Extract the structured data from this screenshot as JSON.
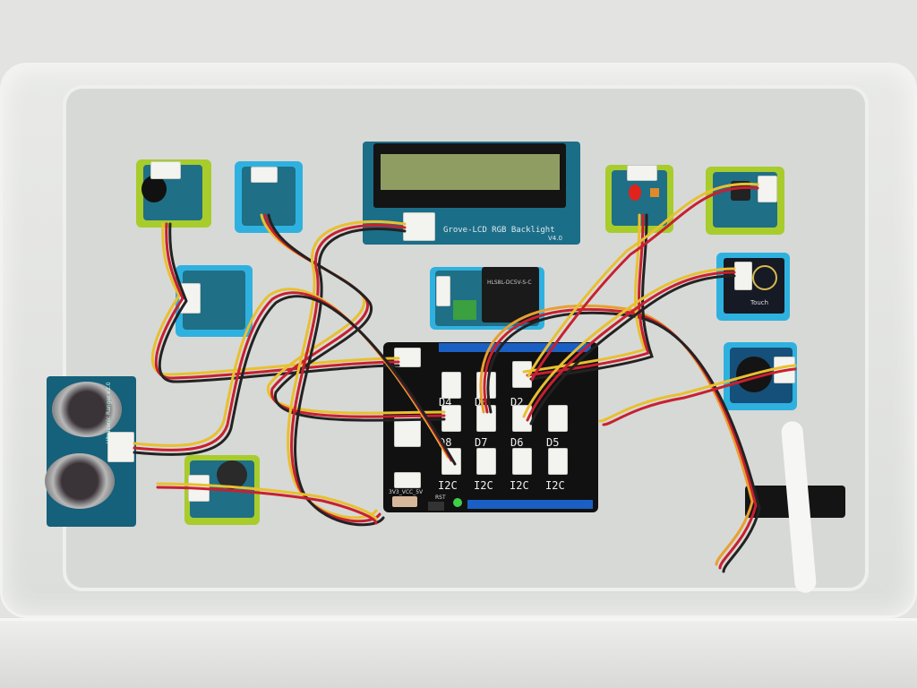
{
  "lcd": {
    "label": "Grove-LCD RGB Backlight",
    "version": "V4.0"
  },
  "relay": {
    "model": "HLS8L-DC5V-S-C"
  },
  "shield": {
    "ports_top": [
      "D4",
      "D3",
      "D2"
    ],
    "ports_mid": [
      "D8",
      "D7",
      "D6",
      "D5"
    ],
    "ports_i2c": [
      "I2C",
      "I2C",
      "I2C",
      "I2C"
    ],
    "voltage_switch": "3V3_VCC_5V",
    "reset": "RST"
  },
  "ultrasonic": {
    "label": "Ultrasonic Ranger v2.0"
  },
  "touch": {
    "label": "Touch"
  },
  "colors": {
    "pcb": "#1f6f86",
    "frame_green": "#a8cc2c",
    "frame_blue": "#2fb1e0",
    "shield": "#111111"
  }
}
